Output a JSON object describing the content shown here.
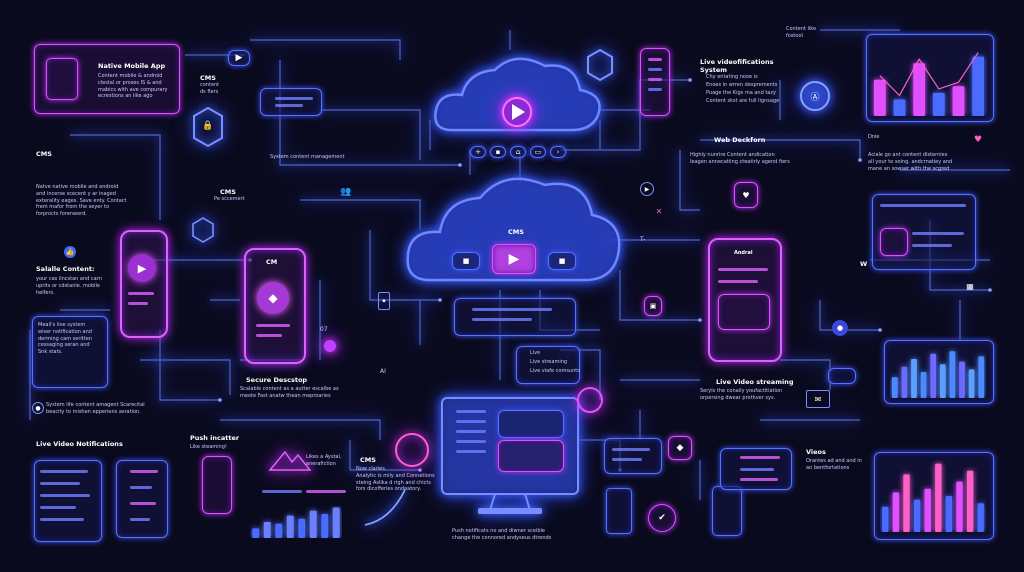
{
  "diagram": {
    "colors": {
      "background": "#0a0a1e",
      "blue": "#4a6bff",
      "magenta": "#e050ff",
      "pink": "#ff5fc8"
    },
    "native_app": {
      "title": "Native Mobile App",
      "body": "Content mobile & android\nclestal or proses IS & and\nmabics with ave compurary\necrestions an like ago"
    },
    "cms_top": {
      "title": "CMS",
      "body": "content\nds flers"
    },
    "cms_left": {
      "title": "CMS",
      "body": "Natve native mobile and android\nand incerse scecent y ar inaged\nexterality eages. Save enty. Contact\nfrem mafor from the seyer to\nforprocts forenword."
    },
    "salable": {
      "title": "Salalle Content:",
      "body": "your cas lincstan and carn\nuprits or cdstanle. mobile\nhelfers."
    },
    "meals_card": {
      "body": "Meail's live system\nwiser notification and\nderming cam seritten\ncessaging seran and\nSnk stats."
    },
    "system_content": {
      "body": "System life content amagent Scarecital\nbeacity to mishen epperiens asration."
    },
    "live_video_notifications": {
      "title": "Live Video Notifications"
    },
    "push": {
      "title": "Push incatter",
      "body": "Like steaming!"
    },
    "likes": {
      "body": "Likes a Aystal,\nanerafiction"
    },
    "cms_mid": {
      "title": "CMS",
      "body": "Now claries\nAnalytic is mily and Connetions\nsteing Aslika d righ and chicts\nfors dicofferies ondeatory."
    },
    "secure": {
      "title": "Secure Descstop",
      "body": "Scalable content as a autter escalbe as\nmeote Fast anatw thean meproaries"
    },
    "phone_left_label": {
      "text": "CM"
    },
    "system_cm_label": {
      "text": "System content management"
    },
    "cms_small": {
      "title": "CMS",
      "body": "Pe sccemert"
    },
    "cloud_top": {
      "label": "CMS"
    },
    "cloud_main": {
      "label": "CMS"
    },
    "live_list": {
      "items": [
        "Live",
        "Live streaming",
        "Live viafe comsunts"
      ]
    },
    "live_notif_top": {
      "title": "Live videofifications",
      "sub": "System",
      "items": [
        "Chy entating nooe is",
        "Enoes in wrren desprements",
        "Puage the Kigs ma and tazy",
        "Content skst are full lignsage"
      ]
    },
    "content_like": {
      "text": "Content like\nfostool"
    },
    "web_desk": {
      "title": "Web Deckforn",
      "body": "Highly nunrire Content andication\nleagen annecatiing cteatirly agend fiers"
    },
    "aciale": {
      "body": "Aciale go ant content dlsternies\nall your to soing. andcrnatiey and\nmane an sowser with the scgred"
    },
    "android_label": {
      "text": "Andral"
    },
    "live_streaming": {
      "title": "Live Video streaming",
      "body": "Seryls the conaily youfactitiation\norpersing dwear prothver sys."
    },
    "views": {
      "title": "Vieos",
      "body": "Orantes ad and and in\nan bentfortations"
    },
    "push_bottom": {
      "body": "Push notificats no and diwner sceible\nchange the connored andyseus dtrends"
    },
    "number_07": {
      "text": "07"
    },
    "ai_label": {
      "text": "AI"
    },
    "ti_label": {
      "text": "T-"
    },
    "w_label": {
      "text": "W"
    },
    "dna_label": {
      "text": "Dnie"
    },
    "icons": [
      "play-icon",
      "lock-icon",
      "shield-icon",
      "cloud-icon",
      "phone-icon",
      "desktop-icon",
      "mail-icon",
      "heart-icon",
      "bell-icon",
      "checklist-icon"
    ],
    "charts": {
      "top_right": [
        0.55,
        0.25,
        0.8,
        0.35,
        0.45,
        0.9
      ],
      "mid_right": [
        0.4,
        0.6,
        0.75,
        0.5,
        0.85,
        0.65,
        0.9,
        0.7,
        0.55,
        0.8
      ],
      "bottom_right": [
        0.35,
        0.55,
        0.8,
        0.45,
        0.6,
        0.95,
        0.5,
        0.7,
        0.85,
        0.4
      ],
      "bottom_mid": [
        0.3,
        0.5,
        0.45,
        0.7,
        0.6,
        0.85,
        0.75,
        0.95
      ]
    }
  }
}
